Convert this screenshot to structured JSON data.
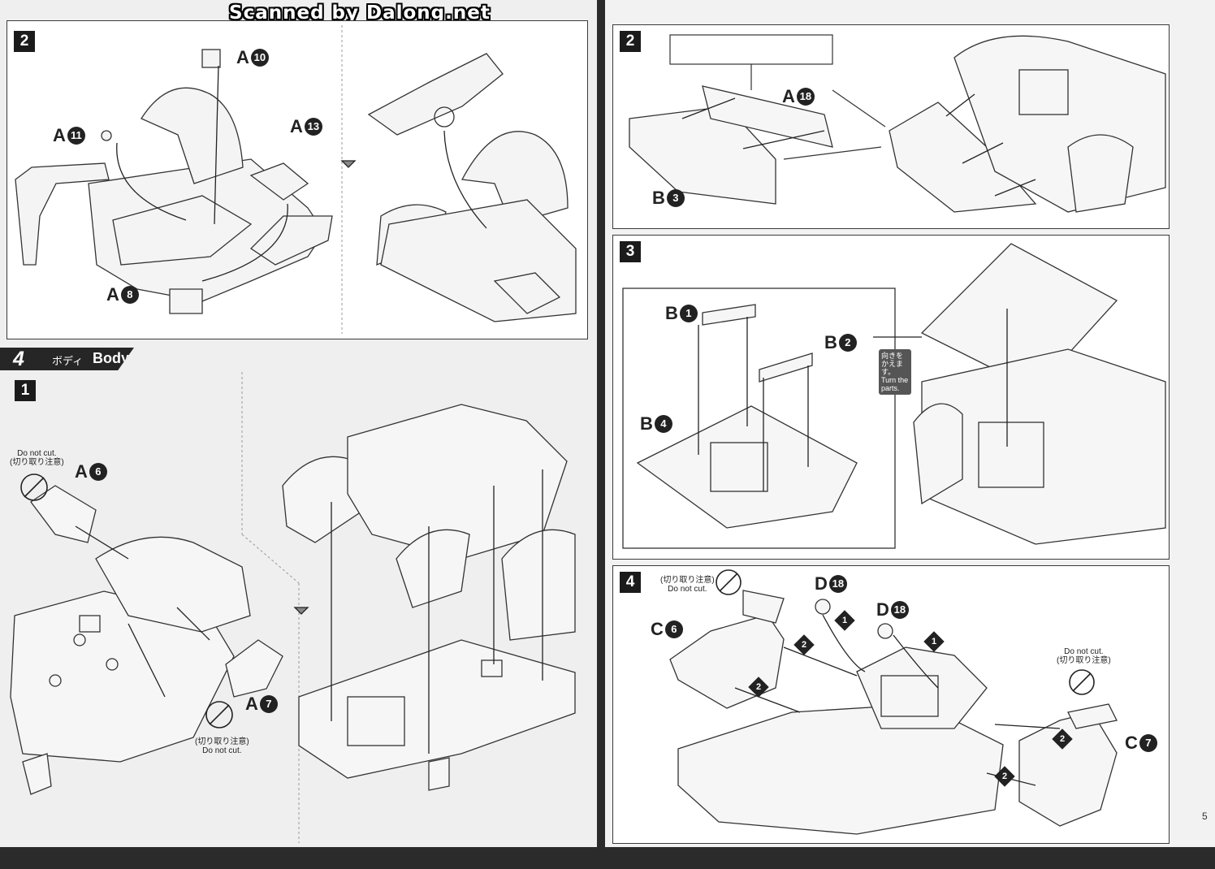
{
  "watermark": "Scanned by Dalong.net",
  "section": {
    "number": "4",
    "title_jp": "ボディ",
    "title_en": "Body"
  },
  "left_page": {
    "step_top": {
      "number": "2",
      "parts": [
        {
          "letter": "A",
          "num": "10"
        },
        {
          "letter": "A",
          "num": "11"
        },
        {
          "letter": "A",
          "num": "13"
        },
        {
          "letter": "A",
          "num": "8"
        }
      ]
    },
    "step_body1": {
      "number": "1",
      "parts": [
        {
          "letter": "A",
          "num": "6"
        },
        {
          "letter": "A",
          "num": "7"
        }
      ],
      "note_top": {
        "line1": "Do not cut.",
        "line2": "(切り取り注意)"
      },
      "note_bottom": {
        "line1": "(切り取り注意)",
        "line2": "Do not cut."
      }
    }
  },
  "right_page": {
    "step2": {
      "number": "2",
      "parts": [
        {
          "letter": "A",
          "num": "18"
        },
        {
          "letter": "B",
          "num": "3"
        }
      ]
    },
    "step3": {
      "number": "3",
      "parts": [
        {
          "letter": "B",
          "num": "1"
        },
        {
          "letter": "B",
          "num": "2"
        },
        {
          "letter": "B",
          "num": "4"
        }
      ],
      "turn_note": {
        "jp": "向きを かえます。",
        "en": "Turn the parts."
      }
    },
    "step4": {
      "number": "4",
      "parts": [
        {
          "letter": "D",
          "num": "18"
        },
        {
          "letter": "D",
          "num": "18"
        },
        {
          "letter": "C",
          "num": "6"
        },
        {
          "letter": "C",
          "num": "7"
        }
      ],
      "note_left": {
        "line1": "(切り取り注意)",
        "line2": "Do not cut."
      },
      "note_right": {
        "line1": "Do not cut.",
        "line2": "(切り取り注意)"
      },
      "orders": [
        "1",
        "1",
        "2",
        "2",
        "2",
        "2"
      ]
    },
    "page_number": "5"
  },
  "colors": {
    "ink": "#222222",
    "panel_bg": "#ffffff",
    "page_bg": "#f1f1f1",
    "background": "#2b2b2b",
    "section_bar": "#262626"
  }
}
